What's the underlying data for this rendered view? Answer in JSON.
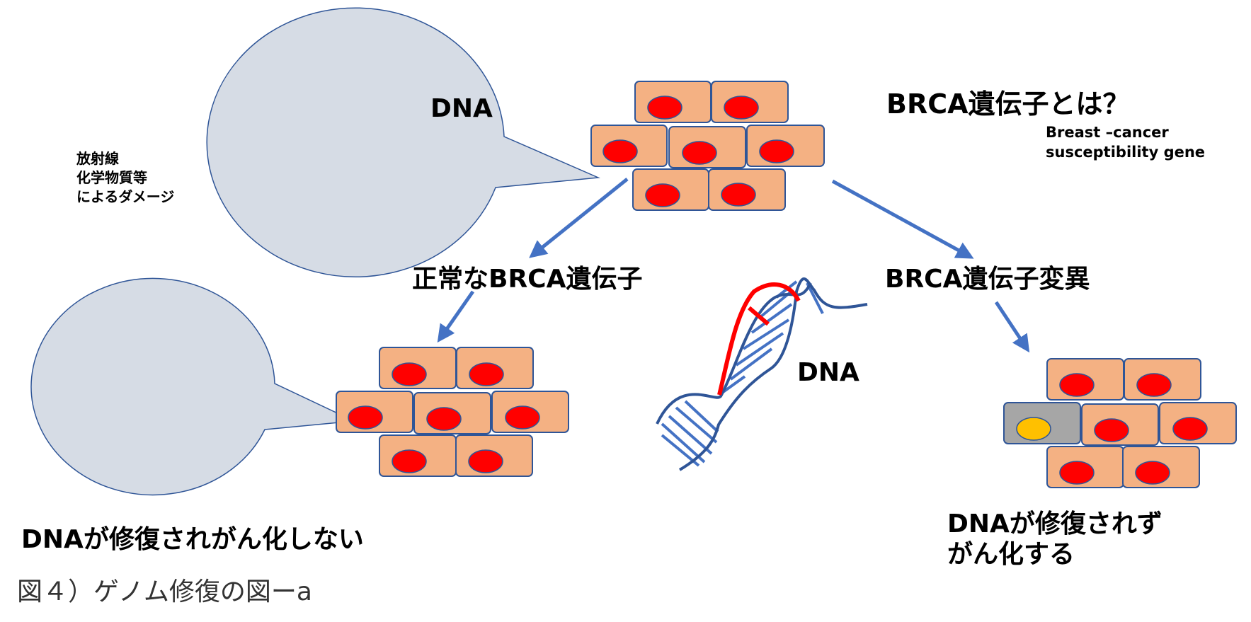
{
  "colors": {
    "cell_fill": "#F4B183",
    "cell_stroke": "#2F5597",
    "nucleus_normal": "#FF0000",
    "nucleus_mutant": "#FFC000",
    "cell_mutant_fill": "#A6A6A6",
    "bubble_fill": "#D6DCE5",
    "arrow": "#4472C4",
    "dna_strand": "#2F5597",
    "dna_rung": "#4472C4",
    "dna_damage": "#FF0000"
  },
  "labels": {
    "bubble_top_dna": "DNA",
    "damage_line1": "放射線",
    "damage_line2": "化学物質等",
    "damage_line3": "によるダメージ",
    "brca_title": "BRCA遺伝子とは？",
    "brca_en_line1": "Breast –cancer",
    "brca_en_line2": "susceptibility gene",
    "normal_brca": "正常なBRCA遺伝子",
    "mutant_brca": "BRCA遺伝子変異",
    "helix_dna": "DNA",
    "outcome_normal": "DNAが修復されがん化しない",
    "outcome_mutant_line1": "DNAが修復されず",
    "outcome_mutant_line2": "がん化する",
    "caption": "図４）ゲノム修復の図ーa"
  },
  "icons": [
    "speech-bubble",
    "cell-cluster",
    "dna-helix",
    "arrow"
  ]
}
